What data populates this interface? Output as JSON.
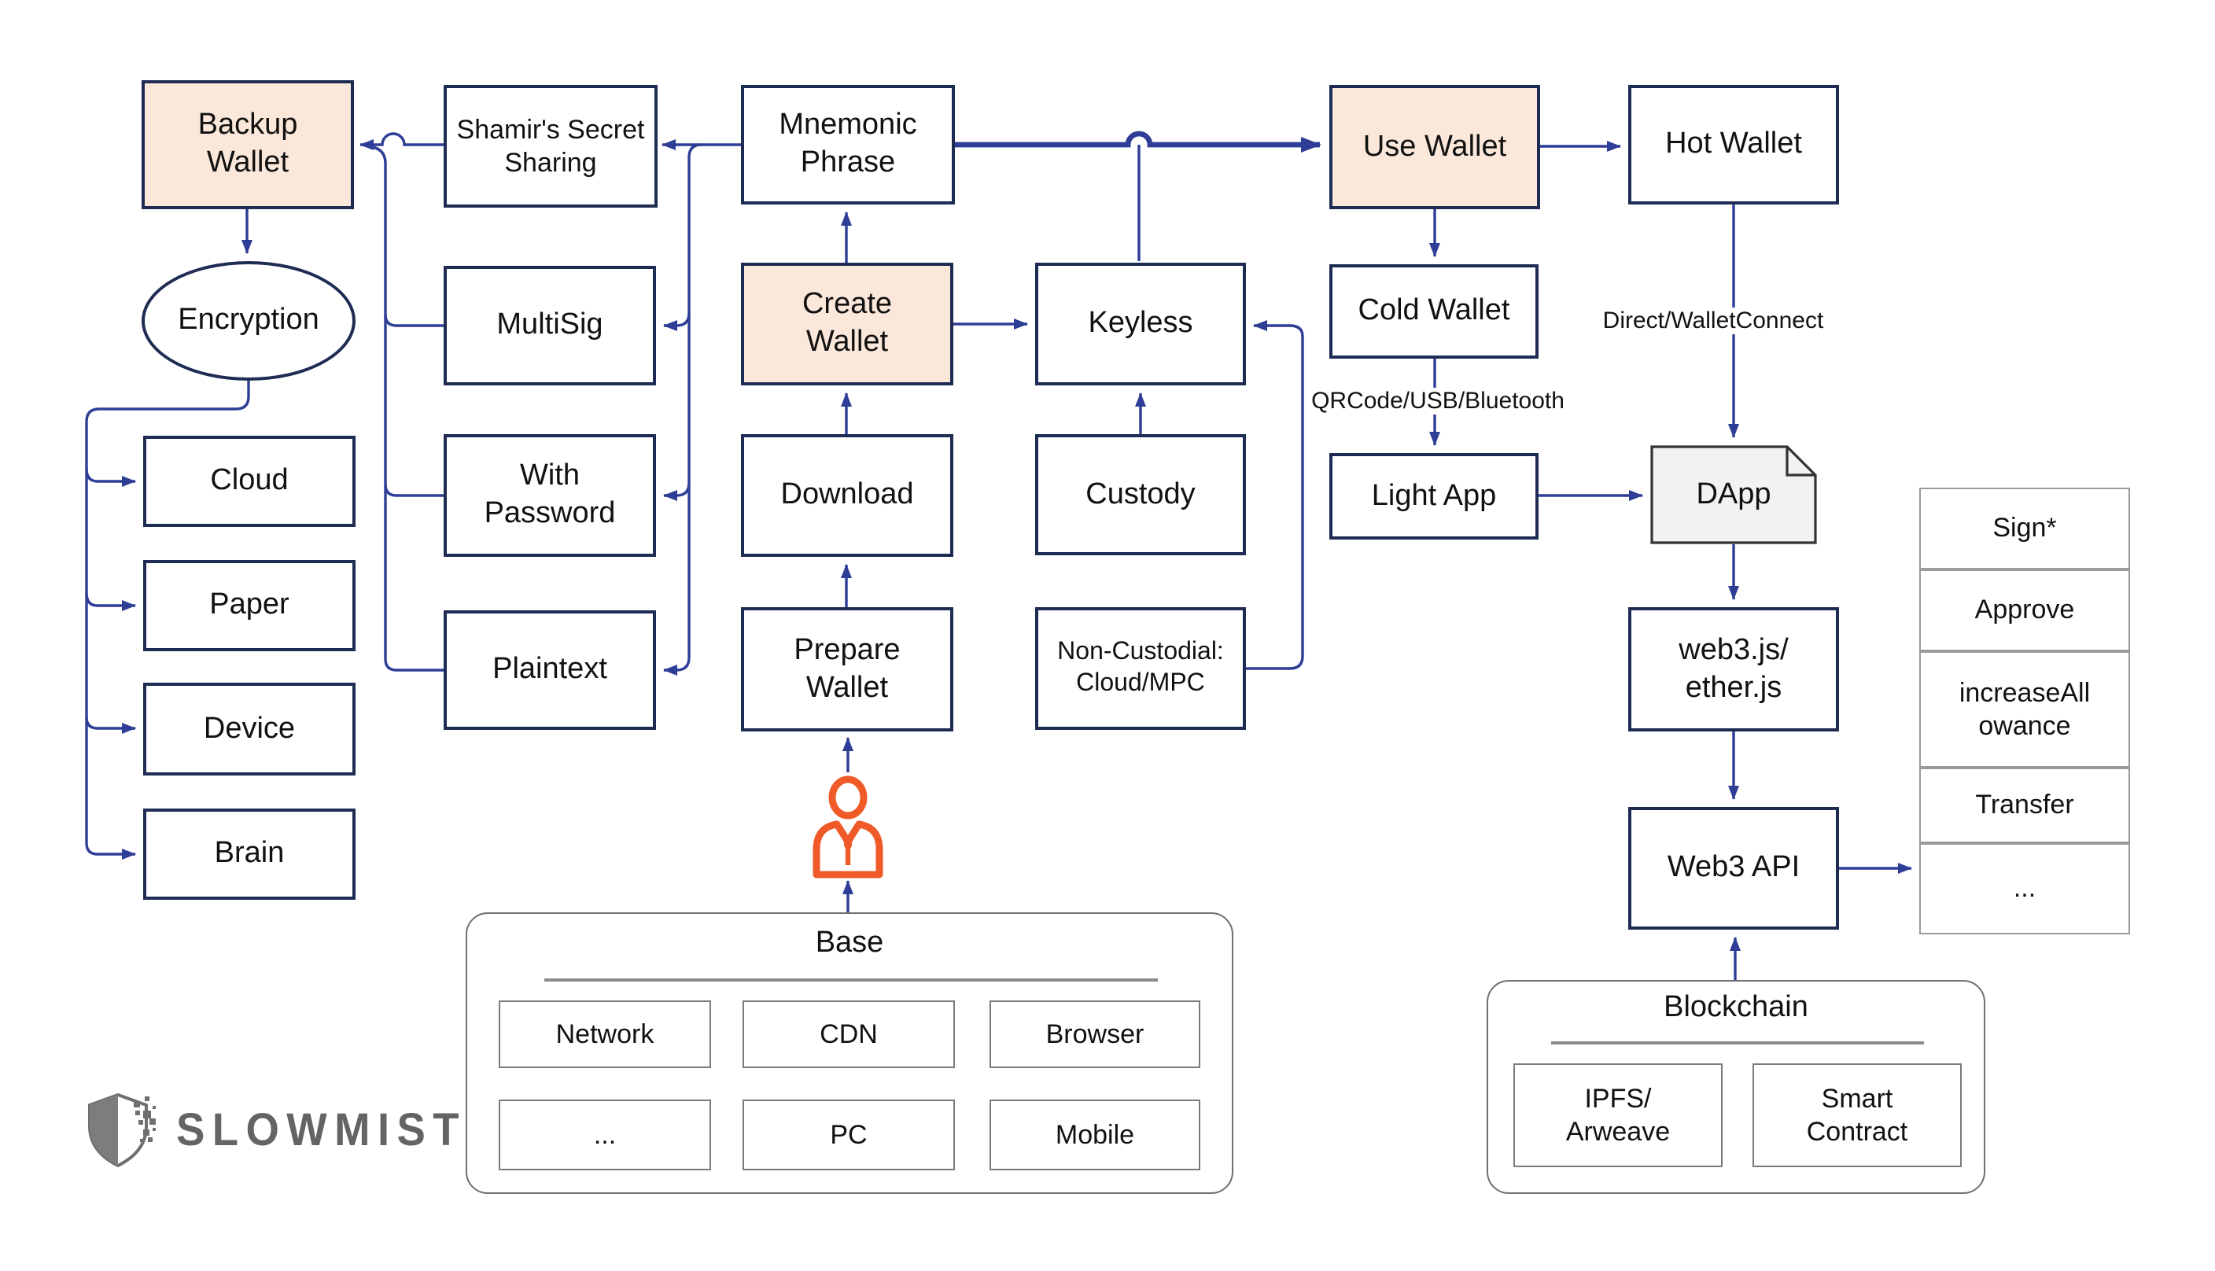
{
  "colors": {
    "line": "#2e3d96",
    "box_border": "#1e2b53",
    "peach": "#fbe8da",
    "doc_fill": "#f2f2f2",
    "doc_border": "#333333",
    "gray": "#6f6f6f",
    "cell_border": "#9a9a9a",
    "orange": "#f05a28",
    "ink": "#111111"
  },
  "logo": {
    "brand": "SLOWMIST"
  },
  "nodes": {
    "backup_wallet": {
      "label": "Backup\nWallet"
    },
    "shamirs": {
      "label": "Shamir's Secret\nSharing"
    },
    "mnemonic": {
      "label": "Mnemonic\nPhrase"
    },
    "use_wallet": {
      "label": "Use Wallet"
    },
    "hot_wallet": {
      "label": "Hot Wallet"
    },
    "encryption": {
      "label": "Encryption"
    },
    "multisig": {
      "label": "MultiSig"
    },
    "create_wallet": {
      "label": "Create\nWallet"
    },
    "keyless": {
      "label": "Keyless"
    },
    "cold_wallet": {
      "label": "Cold Wallet"
    },
    "cloud": {
      "label": "Cloud"
    },
    "with_password": {
      "label": "With\nPassword"
    },
    "download": {
      "label": "Download"
    },
    "custody": {
      "label": "Custody"
    },
    "light_app": {
      "label": "Light App"
    },
    "dapp": {
      "label": "DApp"
    },
    "paper": {
      "label": "Paper"
    },
    "plaintext": {
      "label": "Plaintext"
    },
    "prepare_wallet": {
      "label": "Prepare\nWallet"
    },
    "non_custodial": {
      "label": "Non-Custodial:\nCloud/MPC"
    },
    "web3js": {
      "label": "web3.js/\nether.js"
    },
    "device": {
      "label": "Device"
    },
    "brain": {
      "label": "Brain"
    },
    "web3_api": {
      "label": "Web3 API"
    }
  },
  "contract_calls": [
    "Sign*",
    "Approve",
    "increaseAll\nowance",
    "Transfer",
    "..."
  ],
  "edge_labels": {
    "hot_dapp": "Direct/WalletConnect",
    "cold_light": "QRCode/USB/Bluetooth"
  },
  "base_group": {
    "title": "Base",
    "items": [
      "Network",
      "CDN",
      "Browser",
      "...",
      "PC",
      "Mobile"
    ]
  },
  "blockchain_group": {
    "title": "Blockchain",
    "items": [
      "IPFS/\nArweave",
      "Smart\nContract"
    ]
  }
}
